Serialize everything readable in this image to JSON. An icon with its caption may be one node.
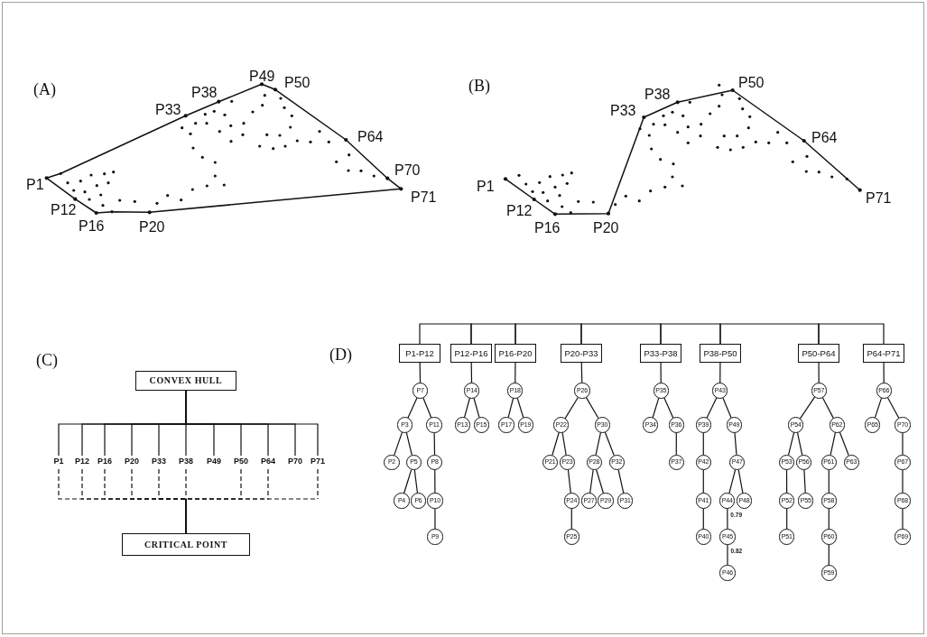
{
  "diagram": {
    "nodes": [
      {
        "text": [
          "CONVEX HULL"
        ]
      },
      {
        "text": [
          "P1"
        ]
      },
      {
        "text": [
          "P12"
        ]
      },
      {
        "text": [
          "P16"
        ]
      },
      {
        "text": [
          "P20"
        ]
      },
      {
        "text": [
          "P33"
        ]
      },
      {
        "text": [
          "P38"
        ]
      },
      {
        "text": [
          "P49"
        ]
      },
      {
        "text": [
          "P50"
        ]
      },
      {
        "text": [
          "P64"
        ]
      },
      {
        "text": [
          "P70"
        ]
      },
      {
        "text": [
          "P71"
        ]
      },
      {
        "text": [
          "CRITICAL POINT"
        ]
      },
      {
        "text": [
          "P1-P12"
        ]
      },
      {
        "text": [
          "P12-P16"
        ]
      },
      {
        "text": [
          "P16-P20"
        ]
      },
      {
        "text": [
          "P20-P33"
        ]
      },
      {
        "text": [
          "P33-P38"
        ]
      },
      {
        "text": [
          "P38-P50"
        ]
      },
      {
        "text": [
          "P50-P64"
        ]
      },
      {
        "text": [
          "P64-P71"
        ]
      },
      {
        "text": [
          "P7"
        ]
      },
      {
        "text": [
          "P14"
        ]
      },
      {
        "text": [
          "P18"
        ]
      },
      {
        "text": [
          "P26"
        ]
      },
      {
        "text": [
          "P35"
        ]
      },
      {
        "text": [
          "P43"
        ]
      },
      {
        "text": [
          "P57"
        ]
      },
      {
        "text": [
          "P66"
        ]
      },
      {
        "text": [
          "P3"
        ]
      },
      {
        "text": [
          "P11"
        ]
      },
      {
        "text": [
          "P13"
        ]
      },
      {
        "text": [
          "P15"
        ]
      },
      {
        "text": [
          "P17"
        ]
      },
      {
        "text": [
          "P19"
        ]
      },
      {
        "text": [
          "P22"
        ]
      },
      {
        "text": [
          "P30"
        ]
      },
      {
        "text": [
          "P34"
        ]
      },
      {
        "text": [
          "P36"
        ]
      },
      {
        "text": [
          "P39"
        ]
      },
      {
        "text": [
          "P49"
        ]
      },
      {
        "text": [
          "P54"
        ]
      },
      {
        "text": [
          "P62"
        ]
      },
      {
        "text": [
          "P65"
        ]
      },
      {
        "text": [
          "P70"
        ]
      },
      {
        "text": [
          "P2"
        ]
      },
      {
        "text": [
          "P5"
        ]
      },
      {
        "text": [
          "P8"
        ]
      },
      {
        "text": [
          "P21"
        ]
      },
      {
        "text": [
          "P23"
        ]
      },
      {
        "text": [
          "P28"
        ]
      },
      {
        "text": [
          "P32"
        ]
      },
      {
        "text": [
          "P37"
        ]
      },
      {
        "text": [
          "P42"
        ]
      },
      {
        "text": [
          "P47"
        ]
      },
      {
        "text": [
          "P53"
        ]
      },
      {
        "text": [
          "P56"
        ]
      },
      {
        "text": [
          "P61"
        ]
      },
      {
        "text": [
          "P63"
        ]
      },
      {
        "text": [
          "P67"
        ]
      },
      {
        "text": [
          "P4"
        ]
      },
      {
        "text": [
          "P6"
        ]
      },
      {
        "text": [
          "P10"
        ]
      },
      {
        "text": [
          "P24"
        ]
      },
      {
        "text": [
          "P27"
        ]
      },
      {
        "text": [
          "P29"
        ]
      },
      {
        "text": [
          "P31"
        ]
      },
      {
        "text": [
          "P41"
        ]
      },
      {
        "text": [
          "P44"
        ]
      },
      {
        "text": [
          "P48"
        ]
      },
      {
        "text": [
          "P52"
        ]
      },
      {
        "text": [
          "P55"
        ]
      },
      {
        "text": [
          "P58"
        ]
      },
      {
        "text": [
          "P68"
        ]
      },
      {
        "text": [
          "P9"
        ]
      },
      {
        "text": [
          "P25"
        ]
      },
      {
        "text": [
          "P40"
        ]
      },
      {
        "text": [
          "P45"
        ]
      },
      {
        "text": [
          "P51"
        ]
      },
      {
        "text": [
          "P60"
        ]
      },
      {
        "text": [
          "P69"
        ]
      },
      {
        "text": [
          "P46"
        ]
      },
      {
        "text": [
          "P59"
        ]
      }
    ],
    "edges": [
      {
        "from": 0,
        "to": 1,
        "arrow": "none"
      },
      {
        "from": 0,
        "to": 2,
        "arrow": "none"
      },
      {
        "from": 0,
        "to": 3,
        "arrow": "none"
      },
      {
        "from": 0,
        "to": 4,
        "arrow": "none"
      },
      {
        "from": 0,
        "to": 5,
        "arrow": "none"
      },
      {
        "from": 0,
        "to": 6,
        "arrow": "none"
      },
      {
        "from": 0,
        "to": 7,
        "arrow": "none"
      },
      {
        "from": 0,
        "to": 8,
        "arrow": "none"
      },
      {
        "from": 0,
        "to": 9,
        "arrow": "none"
      },
      {
        "from": 0,
        "to": 10,
        "arrow": "none"
      },
      {
        "from": 0,
        "to": 11,
        "arrow": "none"
      },
      {
        "from": 1,
        "to": 12,
        "arrow": "none",
        "style": "dashed"
      },
      {
        "from": 2,
        "to": 12,
        "arrow": "none",
        "style": "dashed"
      },
      {
        "from": 3,
        "to": 12,
        "arrow": "none",
        "style": "dashed"
      },
      {
        "from": 4,
        "to": 12,
        "arrow": "none",
        "style": "dashed"
      },
      {
        "from": 5,
        "to": 12,
        "arrow": "none",
        "style": "dashed"
      },
      {
        "from": 6,
        "to": 12,
        "arrow": "none",
        "style": "dashed"
      },
      {
        "from": 8,
        "to": 12,
        "arrow": "none",
        "style": "dashed"
      },
      {
        "from": 9,
        "to": 12,
        "arrow": "none",
        "style": "dashed"
      },
      {
        "from": 11,
        "to": 12,
        "arrow": "none",
        "style": "dashed"
      },
      {
        "from": 13,
        "to": 14,
        "arrow": "none"
      },
      {
        "from": 14,
        "to": 15,
        "arrow": "none"
      },
      {
        "from": 15,
        "to": 16,
        "arrow": "none"
      },
      {
        "from": 16,
        "to": 17,
        "arrow": "none"
      },
      {
        "from": 17,
        "to": 18,
        "arrow": "none"
      },
      {
        "from": 18,
        "to": 19,
        "arrow": "none"
      },
      {
        "from": 19,
        "to": 20,
        "arrow": "none"
      },
      {
        "from": 13,
        "to": 21,
        "arrow": "none"
      },
      {
        "from": 14,
        "to": 22,
        "arrow": "none"
      },
      {
        "from": 15,
        "to": 23,
        "arrow": "none"
      },
      {
        "from": 16,
        "to": 24,
        "arrow": "none"
      },
      {
        "from": 17,
        "to": 25,
        "arrow": "none"
      },
      {
        "from": 18,
        "to": 26,
        "arrow": "none"
      },
      {
        "from": 19,
        "to": 27,
        "arrow": "none"
      },
      {
        "from": 20,
        "to": 28,
        "arrow": "none"
      },
      {
        "from": 21,
        "to": 29,
        "arrow": "none"
      },
      {
        "from": 21,
        "to": 30,
        "arrow": "none"
      },
      {
        "from": 22,
        "to": 31,
        "arrow": "none"
      },
      {
        "from": 22,
        "to": 32,
        "arrow": "none"
      },
      {
        "from": 23,
        "to": 33,
        "arrow": "none"
      },
      {
        "from": 23,
        "to": 34,
        "arrow": "none"
      },
      {
        "from": 24,
        "to": 35,
        "arrow": "none"
      },
      {
        "from": 24,
        "to": 36,
        "arrow": "none"
      },
      {
        "from": 25,
        "to": 37,
        "arrow": "none"
      },
      {
        "from": 25,
        "to": 38,
        "arrow": "none"
      },
      {
        "from": 26,
        "to": 39,
        "arrow": "none"
      },
      {
        "from": 26,
        "to": 40,
        "arrow": "none"
      },
      {
        "from": 27,
        "to": 41,
        "arrow": "none"
      },
      {
        "from": 27,
        "to": 42,
        "arrow": "none"
      },
      {
        "from": 28,
        "to": 43,
        "arrow": "none"
      },
      {
        "from": 28,
        "to": 44,
        "arrow": "none"
      },
      {
        "from": 29,
        "to": 45,
        "arrow": "none"
      },
      {
        "from": 29,
        "to": 46,
        "arrow": "none"
      },
      {
        "from": 30,
        "to": 47,
        "arrow": "none"
      },
      {
        "from": 35,
        "to": 48,
        "arrow": "none"
      },
      {
        "from": 35,
        "to": 49,
        "arrow": "none"
      },
      {
        "from": 36,
        "to": 50,
        "arrow": "none"
      },
      {
        "from": 36,
        "to": 51,
        "arrow": "none"
      },
      {
        "from": 38,
        "to": 52,
        "arrow": "none"
      },
      {
        "from": 39,
        "to": 53,
        "arrow": "none"
      },
      {
        "from": 40,
        "to": 54,
        "arrow": "none"
      },
      {
        "from": 41,
        "to": 55,
        "arrow": "none"
      },
      {
        "from": 41,
        "to": 56,
        "arrow": "none"
      },
      {
        "from": 42,
        "to": 57,
        "arrow": "none"
      },
      {
        "from": 42,
        "to": 58,
        "arrow": "none"
      },
      {
        "from": 44,
        "to": 59,
        "arrow": "none"
      },
      {
        "from": 46,
        "to": 60,
        "arrow": "none"
      },
      {
        "from": 46,
        "to": 61,
        "arrow": "none"
      },
      {
        "from": 47,
        "to": 62,
        "arrow": "none"
      },
      {
        "from": 49,
        "to": 63,
        "arrow": "none"
      },
      {
        "from": 50,
        "to": 64,
        "arrow": "none"
      },
      {
        "from": 50,
        "to": 65,
        "arrow": "none"
      },
      {
        "from": 51,
        "to": 66,
        "arrow": "none"
      },
      {
        "from": 53,
        "to": 67,
        "arrow": "none"
      },
      {
        "from": 54,
        "to": 68,
        "arrow": "none"
      },
      {
        "from": 54,
        "to": 69,
        "arrow": "none"
      },
      {
        "from": 55,
        "to": 70,
        "arrow": "none"
      },
      {
        "from": 56,
        "to": 71,
        "arrow": "none"
      },
      {
        "from": 57,
        "to": 72,
        "arrow": "none"
      },
      {
        "from": 59,
        "to": 73,
        "arrow": "none"
      },
      {
        "from": 62,
        "to": 74,
        "arrow": "none"
      },
      {
        "from": 63,
        "to": 75,
        "arrow": "none"
      },
      {
        "from": 67,
        "to": 76,
        "arrow": "none"
      },
      {
        "from": 68,
        "to": 77,
        "arrow": "none",
        "label": "0.79"
      },
      {
        "from": 70,
        "to": 78,
        "arrow": "none"
      },
      {
        "from": 72,
        "to": 79,
        "arrow": "none"
      },
      {
        "from": 73,
        "to": 80,
        "arrow": "none"
      },
      {
        "from": 77,
        "to": 81,
        "arrow": "none",
        "label": "0.82"
      },
      {
        "from": 79,
        "to": 82,
        "arrow": "none"
      }
    ],
    "labels": [
      "(A)",
      "P49",
      "P50",
      "P38",
      "P33",
      "P64",
      "P1",
      "P70",
      "P71",
      "P12",
      "P16",
      "P20",
      "(B)",
      "P50",
      "P38",
      "P33",
      "P64",
      "P1",
      "P71",
      "P12",
      "P16",
      "P20",
      "(C)",
      "(D)"
    ]
  }
}
